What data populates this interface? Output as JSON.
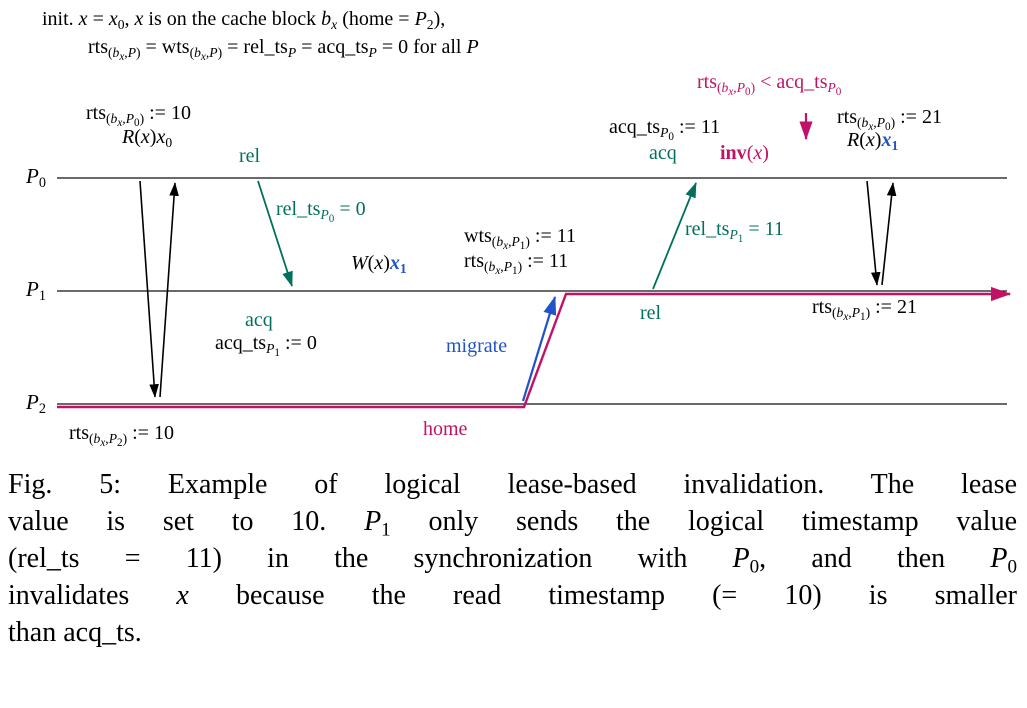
{
  "colors": {
    "teal": "#00705c",
    "blue": "#2053c8",
    "crimson": "#c01365",
    "ink": "#000000"
  },
  "init": {
    "line1": "init. *x* = *x*_{0}, *x* is on the cache block *b*_{*x*} (home = *P*_{2}),",
    "line2": "rts_{(*b*_{*x*},*P*)} = wts_{(*b*_{*x*},*P*)} = rel_ts_{*P*} = acq_ts_{*P*} = 0 for all *P*"
  },
  "processes": {
    "p0": "*P*_{0}",
    "p1": "*P*_{1}",
    "p2": "*P*_{2}"
  },
  "events": {
    "rts_p0_lease": "rts_{(*b*_{*x*},*P*_{0})} := 10",
    "read_x0": "*R*(*x*)*x*_{0}",
    "rel_1": "rel",
    "rel_ts_p0": "rel_ts_{*P*_{0}} = 0",
    "acq_1": "acq",
    "acq_ts_p1": "acq_ts_{*P*_{1}} := 0",
    "write_prefix": "*W*(*x*)",
    "write_value": "*x*_{1}",
    "wts_p1": "wts_{(*b*_{*x*},*P*_{1})} := 11",
    "rts_p1": "rts_{(*b*_{*x*},*P*_{1})} := 11",
    "migrate": "migrate",
    "home": "home",
    "rts_p2_lease": "rts_{(*b*_{*x*},*P*_{2})} := 10",
    "rel_2": "rel",
    "rel_ts_p1": "rel_ts_{*P*_{1}} = 11",
    "acq_ts_p0": "acq_ts_{*P*_{0}} := 11",
    "acq_2": "acq",
    "invalidate": "!b{inv}(*x*)",
    "inv_condition": "rts_{(*b*_{*x*},*P*_{0})} < acq_ts_{*P*_{0}}",
    "rts_p0_new": "rts_{(*b*_{*x*},*P*_{0})} := 21",
    "read_prefix": "*R*(*x*)",
    "read_value": "*x*_{1}",
    "rts_p1_new": "rts_{(*b*_{*x*},*P*_{1})} := 21"
  },
  "caption": {
    "line1": "Fig. 5: Example of logical lease-based invalidation. The lease",
    "line2": "value is set to 10. *P*_{1} only sends the logical timestamp value",
    "line3": "(rel_ts = 11) in the synchronization with *P*_{0}, and then *P*_{0}",
    "line4": "invalidates *x* because the read timestamp (= 10) is smaller",
    "line5": "than acq_ts."
  }
}
